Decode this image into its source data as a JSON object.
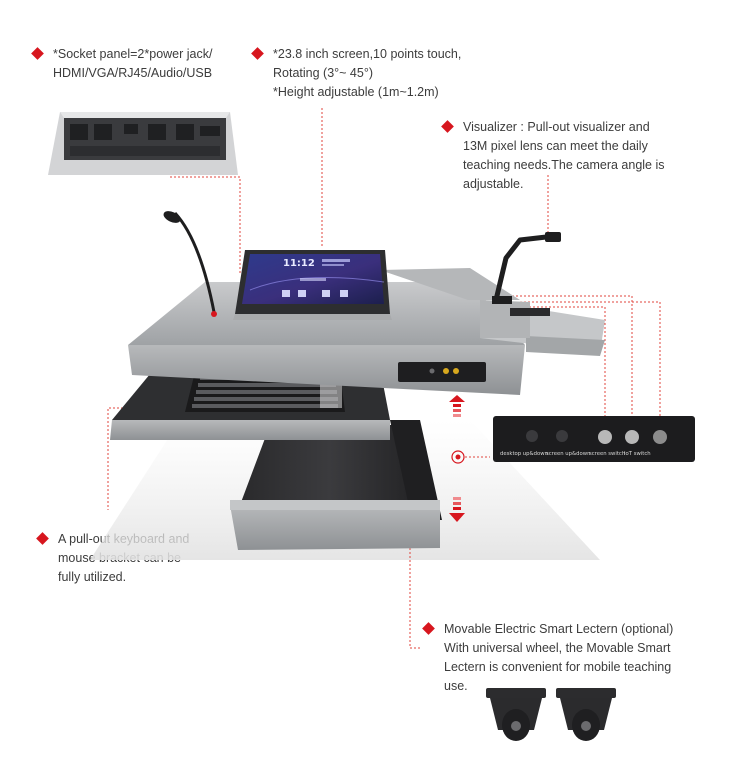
{
  "callouts": {
    "socket": "*Socket panel=2*power jack/\nHDMI/VGA/RJ45/Audio/USB",
    "screen": "*23.8 inch screen,10 points touch,\nRotating (3°~ 45°)\n*Height adjustable (1m~1.2m)",
    "visualizer": "Visualizer : Pull-out visualizer and\n13M pixel lens can meet the daily\nteaching needs.The camera angle  is\nadjustable.",
    "keyboard": "A pull-out keyboard and\nmouse bracket can be\nfully utilized.",
    "movable": "Movable Electric Smart Lectern (optional)\nWith universal wheel, the Movable Smart\nLectern is convenient for mobile teaching\nuse."
  },
  "control_panel": {
    "labels": [
      "desktop up&down",
      "screen up&down",
      "screen switch",
      "IoT switch"
    ]
  },
  "screen": {
    "time": "11:12"
  },
  "colors": {
    "accent": "#d7161e",
    "leader_line": "#e0463e",
    "steel": "#b4b6b8",
    "dark": "#2b2b2e"
  }
}
